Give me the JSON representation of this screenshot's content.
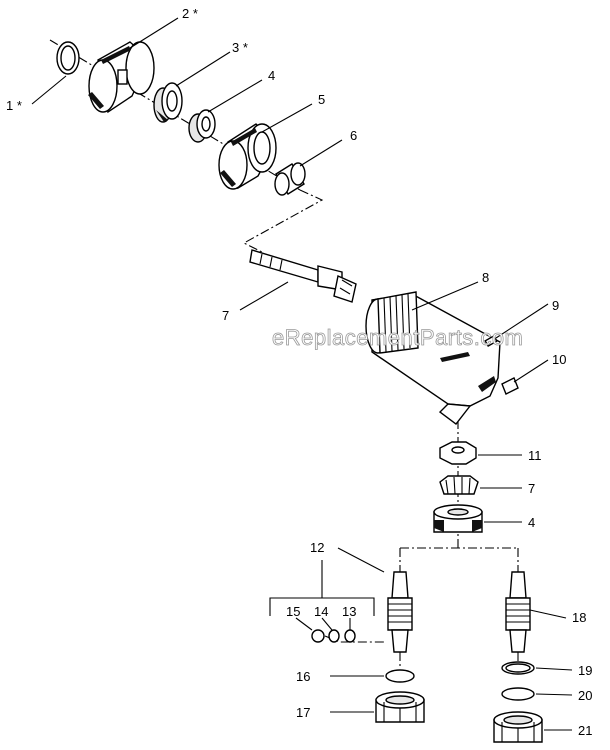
{
  "watermark": "eReplacementParts.com",
  "callouts": [
    {
      "key": "c1",
      "text": "1 *"
    },
    {
      "key": "c2",
      "text": "2 *"
    },
    {
      "key": "c3",
      "text": "3 *"
    },
    {
      "key": "c4a",
      "text": "4"
    },
    {
      "key": "c5",
      "text": "5"
    },
    {
      "key": "c6",
      "text": "6"
    },
    {
      "key": "c7a",
      "text": "7"
    },
    {
      "key": "c8",
      "text": "8"
    },
    {
      "key": "c9",
      "text": "9"
    },
    {
      "key": "c10",
      "text": "10"
    },
    {
      "key": "c11",
      "text": "11"
    },
    {
      "key": "c7b",
      "text": "7"
    },
    {
      "key": "c4b",
      "text": "4"
    },
    {
      "key": "c12",
      "text": "12"
    },
    {
      "key": "c15",
      "text": "15"
    },
    {
      "key": "c14",
      "text": "14"
    },
    {
      "key": "c13",
      "text": "13"
    },
    {
      "key": "c18",
      "text": "18"
    },
    {
      "key": "c16",
      "text": "16"
    },
    {
      "key": "c19",
      "text": "19"
    },
    {
      "key": "c20",
      "text": "20"
    },
    {
      "key": "c17",
      "text": "17"
    },
    {
      "key": "c21",
      "text": "21"
    }
  ]
}
